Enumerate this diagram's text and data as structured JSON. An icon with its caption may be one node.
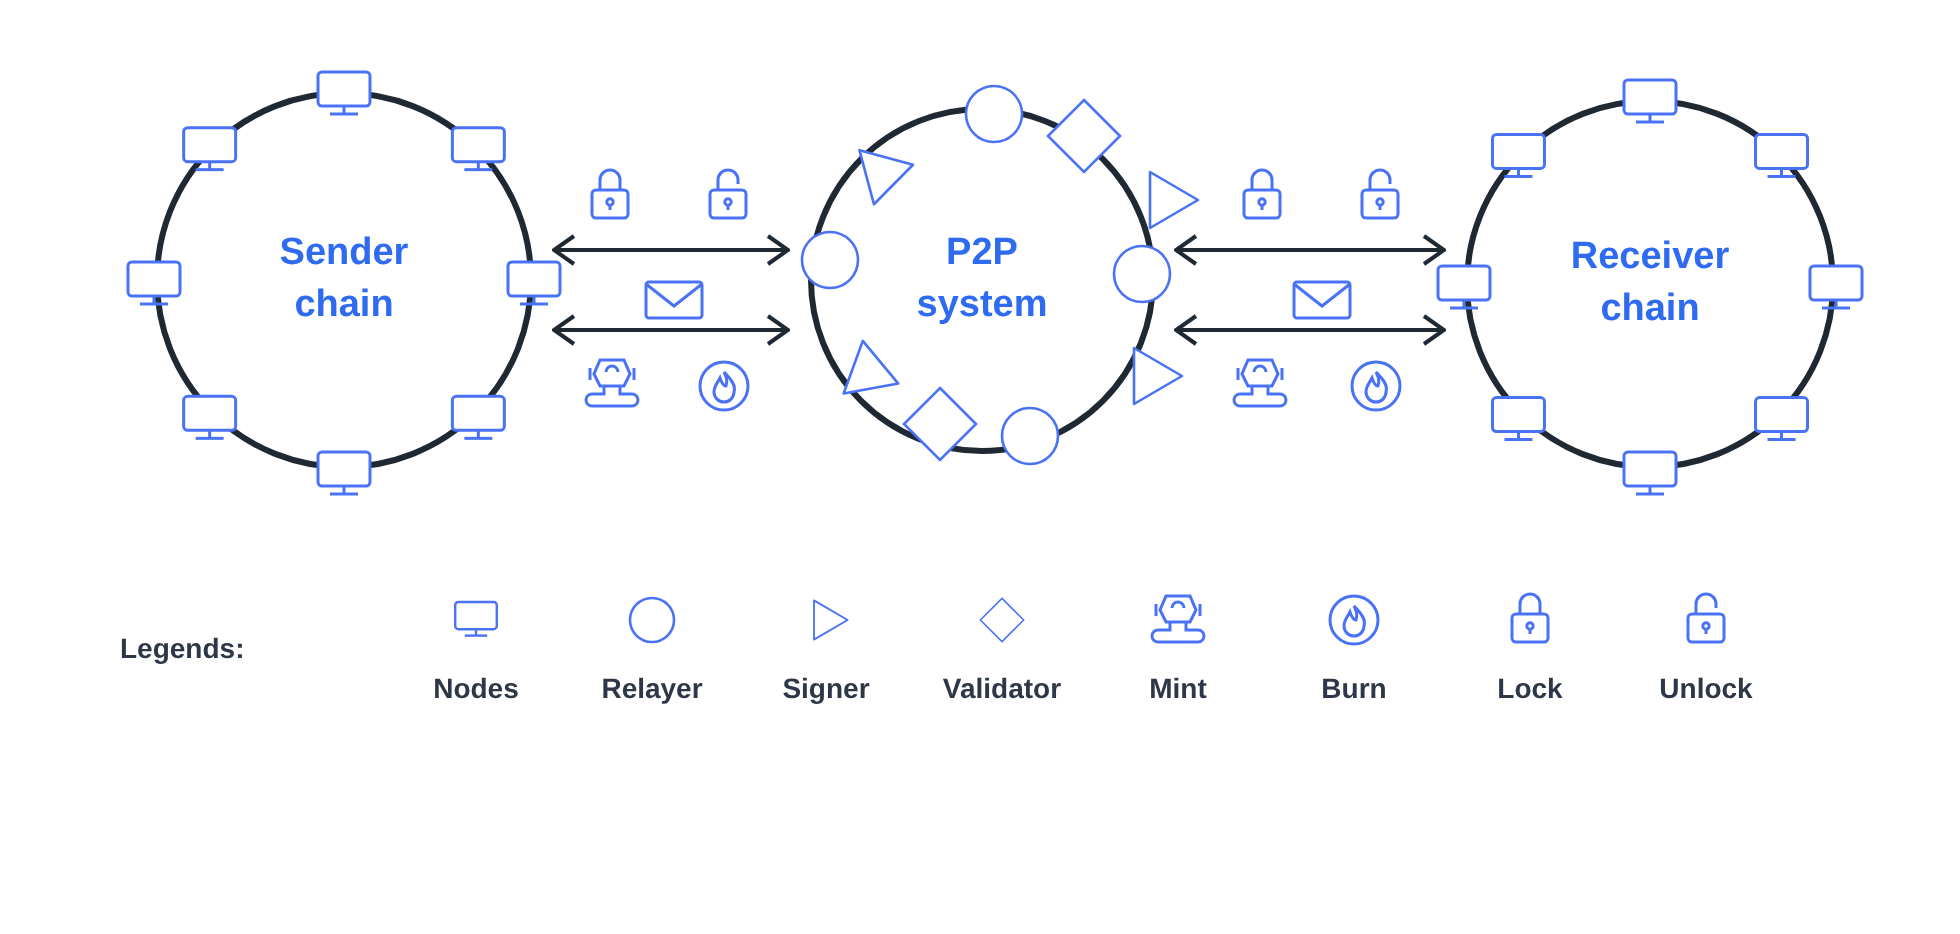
{
  "diagram": {
    "nodes": [
      {
        "text": [
          "Sender chain"
        ]
      },
      {
        "text": [
          "P2P system"
        ]
      },
      {
        "text": [
          "Receiver chain"
        ]
      }
    ],
    "edges": [
      {
        "from": 0,
        "to": 1,
        "arrow": "both"
      },
      {
        "from": 0,
        "to": 1,
        "arrow": "both"
      },
      {
        "from": 1,
        "to": 2,
        "arrow": "both"
      },
      {
        "from": 1,
        "to": 2,
        "arrow": "both"
      }
    ],
    "labels": [
      "Legends:"
    ],
    "legend": [
      {
        "text": "Nodes"
      },
      {
        "text": "Relayer"
      },
      {
        "text": "Signer"
      },
      {
        "text": "Validator"
      },
      {
        "text": "Mint"
      },
      {
        "text": "Burn"
      },
      {
        "text": "Lock"
      },
      {
        "text": "Unlock"
      }
    ]
  }
}
